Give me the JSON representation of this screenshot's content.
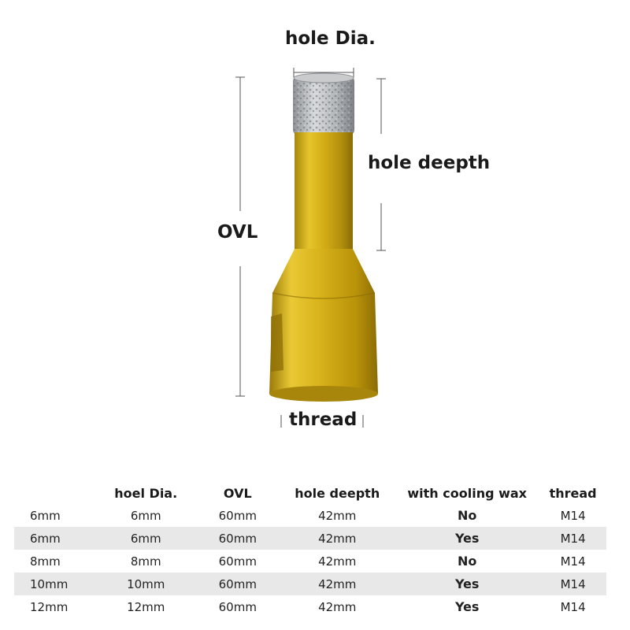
{
  "labels": {
    "hole_dia": "hole Dia.",
    "hole_depth": "hole deepth",
    "ovl": "OVL",
    "thread": "thread"
  },
  "colors": {
    "gold": "#d4ad16",
    "gold_dark": "#9a7a08",
    "diamond_grey": "#b9bcbf",
    "row_stripe": "#e8e8e8"
  },
  "table": {
    "headers": [
      "",
      "hoel Dia.",
      "OVL",
      "hole deepth",
      "with cooling wax",
      "thread"
    ],
    "rows": [
      [
        "6mm",
        "6mm",
        "60mm",
        "42mm",
        "No",
        "M14"
      ],
      [
        "6mm",
        "6mm",
        "60mm",
        "42mm",
        "Yes",
        "M14"
      ],
      [
        "8mm",
        "8mm",
        "60mm",
        "42mm",
        "No",
        "M14"
      ],
      [
        "10mm",
        "10mm",
        "60mm",
        "42mm",
        "Yes",
        "M14"
      ],
      [
        "12mm",
        "12mm",
        "60mm",
        "42mm",
        "Yes",
        "M14"
      ]
    ]
  }
}
